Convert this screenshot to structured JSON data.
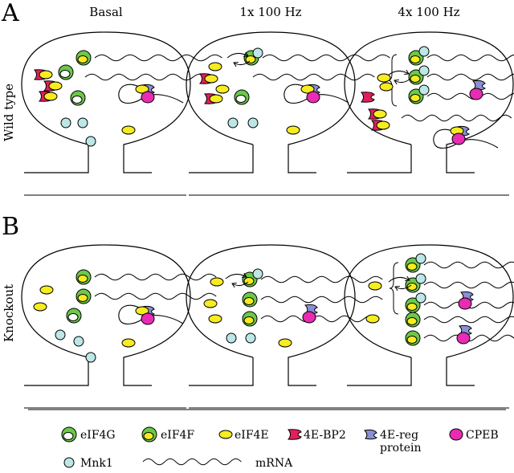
{
  "panels": [
    {
      "letter": "A",
      "row_label": "Wild type"
    },
    {
      "letter": "B",
      "row_label": "Knockout"
    }
  ],
  "columns": [
    "Basal",
    "1x 100 Hz",
    "4x 100 Hz"
  ],
  "legend": {
    "eif4g": "eIF4G",
    "eif4f": "eIF4F",
    "eif4e": "eIF4E",
    "bp2": "4E-BP2",
    "ereg_line1": "4E-reg",
    "ereg_line2": "protein",
    "cpeb": "CPEB",
    "mnk1": "Mnk1",
    "mrna": "mRNA"
  },
  "colors": {
    "green": "#6cc84a",
    "yellow": "#f7ec1f",
    "red": "#e0205a",
    "blue": "#8a8fd6",
    "magenta": "#e82cb4",
    "mnk": "#bde6e6"
  }
}
